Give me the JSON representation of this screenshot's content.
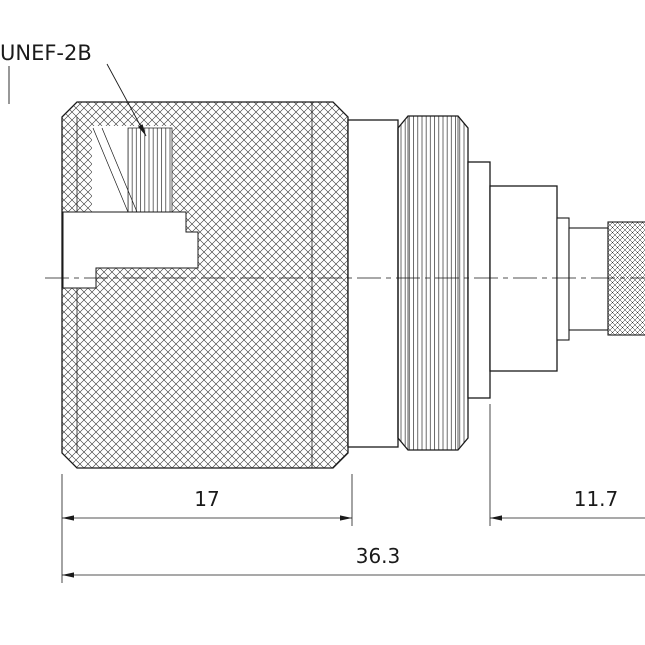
{
  "drawing": {
    "labels": {
      "thread_spec": "UNEF-2B"
    },
    "dimensions": {
      "nut_length": "17",
      "rear_length": "11.7",
      "overall_length": "36.3"
    },
    "colors": {
      "line": "#1a1a1a",
      "background": "#ffffff"
    }
  }
}
